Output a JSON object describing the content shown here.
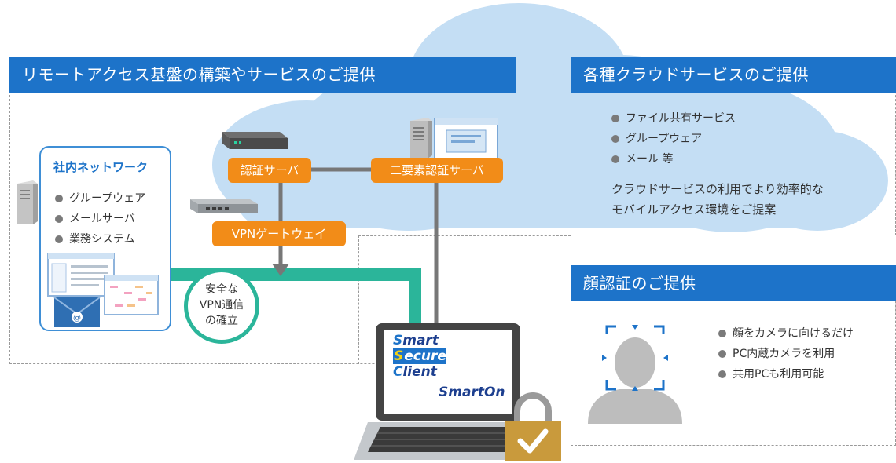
{
  "sections": {
    "remote_access_title": "リモートアクセス基盤の構築やサービスのご提供",
    "cloud_services_title": "各種クラウドサービスのご提供",
    "face_auth_title": "顔認証のご提供"
  },
  "internal_network": {
    "title": "社内ネットワーク",
    "items": [
      "グループウェア",
      "メールサーバ",
      "業務システム"
    ]
  },
  "nodes": {
    "auth_server": "認証サーバ",
    "two_factor_server": "二要素認証サーバ",
    "vpn_gateway": "VPNゲートウェイ"
  },
  "vpn_circle": {
    "line1": "安全な",
    "line2": "VPN通信",
    "line3": "の確立"
  },
  "cloud_services": {
    "items": [
      "ファイル共有サービス",
      "グループウェア",
      "メール 等"
    ],
    "description_line1": "クラウドサービスの利用でより効率的な",
    "description_line2": "モバイルアクセス環境をご提案"
  },
  "face_auth": {
    "items": [
      "顔をカメラに向けるだけ",
      "PC内蔵カメラを利用",
      "共用PCも利用可能"
    ]
  },
  "laptop_screen": {
    "word1_initial": "S",
    "word1_rest": "mart",
    "word2_initial": "S",
    "word2_rest": "ecure",
    "word3_initial": "C",
    "word3_rest": "lient",
    "brand": "SmartOn"
  },
  "colors": {
    "section_bar": "#1d73c9",
    "node_orange": "#f28c18",
    "vpn_tunnel": "#2bb59a",
    "cloud_fill": "#bfdcf3",
    "lock_gold": "#c99a3c"
  }
}
